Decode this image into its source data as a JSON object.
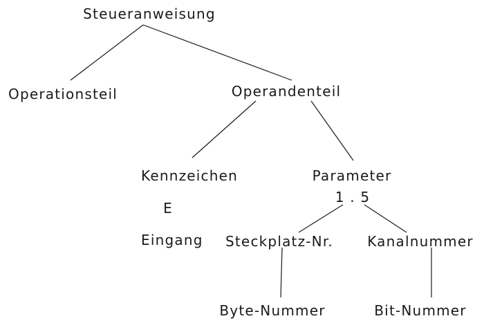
{
  "diagram": {
    "root": "Steueranweisung",
    "operation_part": "Operationsteil",
    "operand_part": "Operandenteil",
    "identifier": "Kennzeichen",
    "identifier_value": "E",
    "identifier_meaning": "Eingang",
    "parameter": "Parameter",
    "parameter_value": "1 . 5",
    "slot_number": "Steckplatz-Nr.",
    "channel_number": "Kanalnummer",
    "byte_number": "Byte-Nummer",
    "bit_number": "Bit-Nummer"
  }
}
